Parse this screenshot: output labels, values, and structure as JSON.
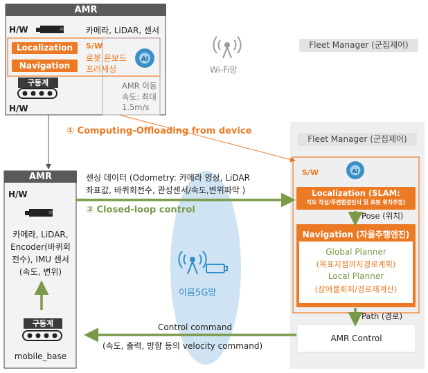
{
  "colors": {
    "orange": "#ec7a25",
    "green": "#7a9a4a",
    "gray_header": "#5a5a5a",
    "panel_gray": "#efefef",
    "blue_ellipse": "#cfe3f2",
    "blue_text": "#2f8fc9"
  },
  "amr_top": {
    "title": "AMR",
    "hw_label": "H/W",
    "sensors": "카메라, LiDAR, 센서",
    "localization": "Localization",
    "navigation": "Navigation",
    "sw_label": "S/W",
    "sw_desc_1": "로봇 온보드",
    "sw_desc_2": "프러세싱",
    "drive": "구동계",
    "hw_label_bottom": "H/W",
    "speed_1": "AMR 이동",
    "speed_2": "속도: 최대",
    "speed_3": "1.5m/s"
  },
  "wifi_label": "Wi-Fi망",
  "fleet_manager_top": "Fleet Manager (군집제어)",
  "offloading": "① Computing-Offloading from device",
  "amr_bottom": {
    "title": "AMR",
    "hw_label": "H/W",
    "sensors_1": "카메라, LiDAR,",
    "sensors_2": "Encoder(바퀴회",
    "sensors_3": "전수), IMU 센서",
    "sensors_4": "(속도, 변위)",
    "drive": "구동계",
    "base": "mobile_base"
  },
  "sensing_data_1": "센싱 데이터 (Odometry: 카메라 영상, LiDAR",
  "sensing_data_2": "좌표값, 바퀴회전수, 관성센서/속도,변위파악 )",
  "closed_loop": "② Closed-loop control",
  "network_5g": "이음5G망",
  "control_command": "Control command",
  "control_command_desc": "(속도, 출력, 방향 등의 velocity command)",
  "fleet_panel": {
    "title": "Fleet Manager (군집제어)",
    "sw_label": "S/W",
    "slam_title": "Localization (SLAM:",
    "slam_desc": "지도 작성/주변환경인식 및 로봇 위치추정)",
    "pose": "Pose (위치)",
    "nav_title": "Navigation (자율주행엔진)",
    "global_planner": "Global Planner",
    "global_desc": "(목표지점까지경로계획)",
    "local_planner": "Local Planner",
    "local_desc": "(장애물회피/경로재계산)",
    "path": "Path (경로)",
    "amr_control": "AMR Control"
  }
}
